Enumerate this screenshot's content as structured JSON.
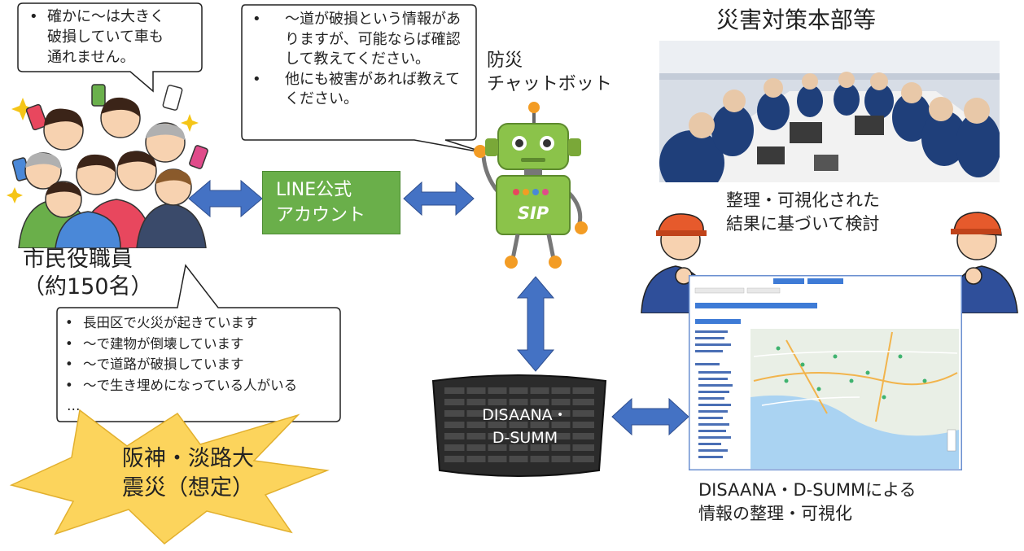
{
  "citizen_bubble": {
    "lines": [
      "確かに～は大きく",
      "破損していて車も",
      "通れません。"
    ]
  },
  "bot_bubble": {
    "items": [
      "～道が破損という情報がありますが、可能ならば確認して教えてください。",
      "他にも被害があれば教えてください。"
    ]
  },
  "reports_bubble": {
    "items": [
      "長田区で火災が起きています",
      "～で建物が倒壊しています",
      "～で道路が破損しています",
      "～で生き埋めになっている人がいる"
    ],
    "ellipsis": "…"
  },
  "citizens": {
    "label_line1": "市民役職員",
    "label_line2": "（約150名）"
  },
  "line_account": {
    "line1": "LINE公式",
    "line2": "アカウント",
    "color": "#6aaf4a"
  },
  "chatbot": {
    "label_line1": "防災",
    "label_line2": "チャットボット",
    "badge": "SIP"
  },
  "hq": {
    "title": "災害対策本部等",
    "caption_line1": "整理・可視化された",
    "caption_line2": "結果に基づいて検討"
  },
  "server": {
    "line1": "DISAANA・",
    "line2": "D-SUMM"
  },
  "viz": {
    "caption_line1": "DISAANA・D-SUMMによる",
    "caption_line2": "情報の整理・可視化"
  },
  "disaster": {
    "line1": "阪神・淡路大",
    "line2": "震災（想定）",
    "color": "#fcd45c"
  },
  "arrow_color": "#4472c4"
}
